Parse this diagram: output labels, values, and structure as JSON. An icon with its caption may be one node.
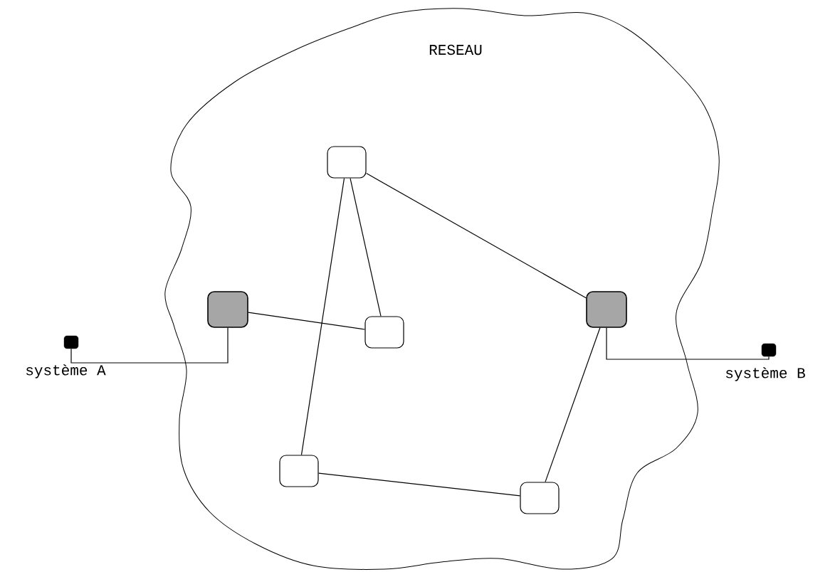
{
  "diagram": {
    "nodes": [
      {
        "text": [
          "RESEAU"
        ]
      },
      {
        "text": [],
        "shape": "box",
        "in": 0
      },
      {
        "text": [],
        "shape": "box",
        "in": 0
      },
      {
        "text": [],
        "shape": "box",
        "in": 0
      },
      {
        "text": [],
        "shape": "box",
        "in": 0
      },
      {
        "text": [],
        "shape": "box",
        "beside": [
          "système A"
        ]
      },
      {
        "text": [],
        "shape": "box",
        "beside": [
          "système B"
        ]
      },
      {
        "text": [],
        "shape": "box",
        "in": 0
      },
      {
        "text": [],
        "shape": "box",
        "in": 0
      }
    ],
    "edges": [
      {
        "from": 1,
        "to": 4,
        "arrow": "none"
      },
      {
        "from": 1,
        "to": 7,
        "arrow": "none"
      },
      {
        "from": 1,
        "to": 3,
        "arrow": "none"
      },
      {
        "from": 2,
        "to": 4,
        "arrow": "none"
      },
      {
        "from": 7,
        "to": 8,
        "arrow": "none"
      },
      {
        "from": 8,
        "to": 3,
        "arrow": "none"
      },
      {
        "from": 5,
        "to": 2,
        "arrow": "none"
      },
      {
        "from": 6,
        "to": 3,
        "arrow": "none"
      }
    ]
  }
}
